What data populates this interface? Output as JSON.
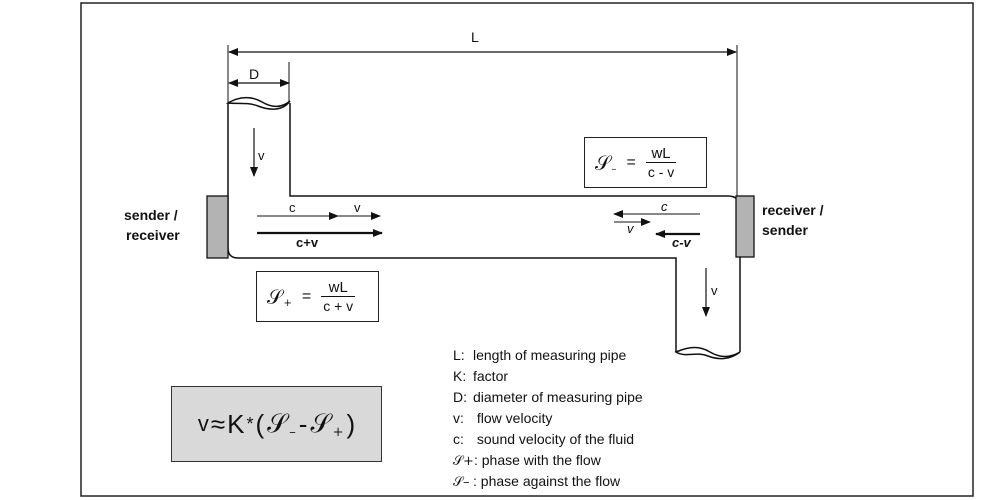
{
  "dimensions": {
    "length_label": "L",
    "diameter_label": "D"
  },
  "transducers": {
    "left_label_line1": "sender /",
    "left_label_line2": "receiver",
    "right_label_line1": "receiver /",
    "right_label_line2": "sender"
  },
  "flow": {
    "v_label_top": "v",
    "v_label_bottom": "v"
  },
  "vectors_forward": {
    "c": "c",
    "v": "v",
    "sum": "c+v"
  },
  "vectors_backward": {
    "c": "c",
    "v": "v",
    "diff": "c-v"
  },
  "formula_minus": {
    "symbol": "𝒮",
    "subscript": "–",
    "equals": "=",
    "numerator": "wL",
    "denominator": "c - v"
  },
  "formula_plus": {
    "symbol": "𝒮",
    "subscript": "+",
    "equals": "=",
    "numerator": "wL",
    "denominator": "c + v"
  },
  "main_formula": {
    "v": "v",
    "approx": "≈",
    "k": "K",
    "times": "*",
    "open": "(",
    "phi_minus": "𝒮",
    "phi_minus_sub": "–",
    "minus": "-",
    "phi_plus": "𝒮",
    "phi_plus_sub": "+",
    "close": ")"
  },
  "legend": [
    {
      "key": "L:",
      "text": "length of measuring pipe"
    },
    {
      "key": "K:",
      "text": "factor"
    },
    {
      "key": "D:",
      "text": "diameter of measuring pipe"
    },
    {
      "key": "v:",
      "text": " flow velocity"
    },
    {
      "key": "c:",
      "text": " sound velocity of the fluid"
    },
    {
      "key": "𝒮+",
      "text": ": phase with the flow"
    },
    {
      "key": "𝒮–",
      "text": ": phase against the flow"
    }
  ],
  "colors": {
    "transducer": "#b3b3b3",
    "formula_box": "#d9d9d9",
    "line": "#111111"
  }
}
